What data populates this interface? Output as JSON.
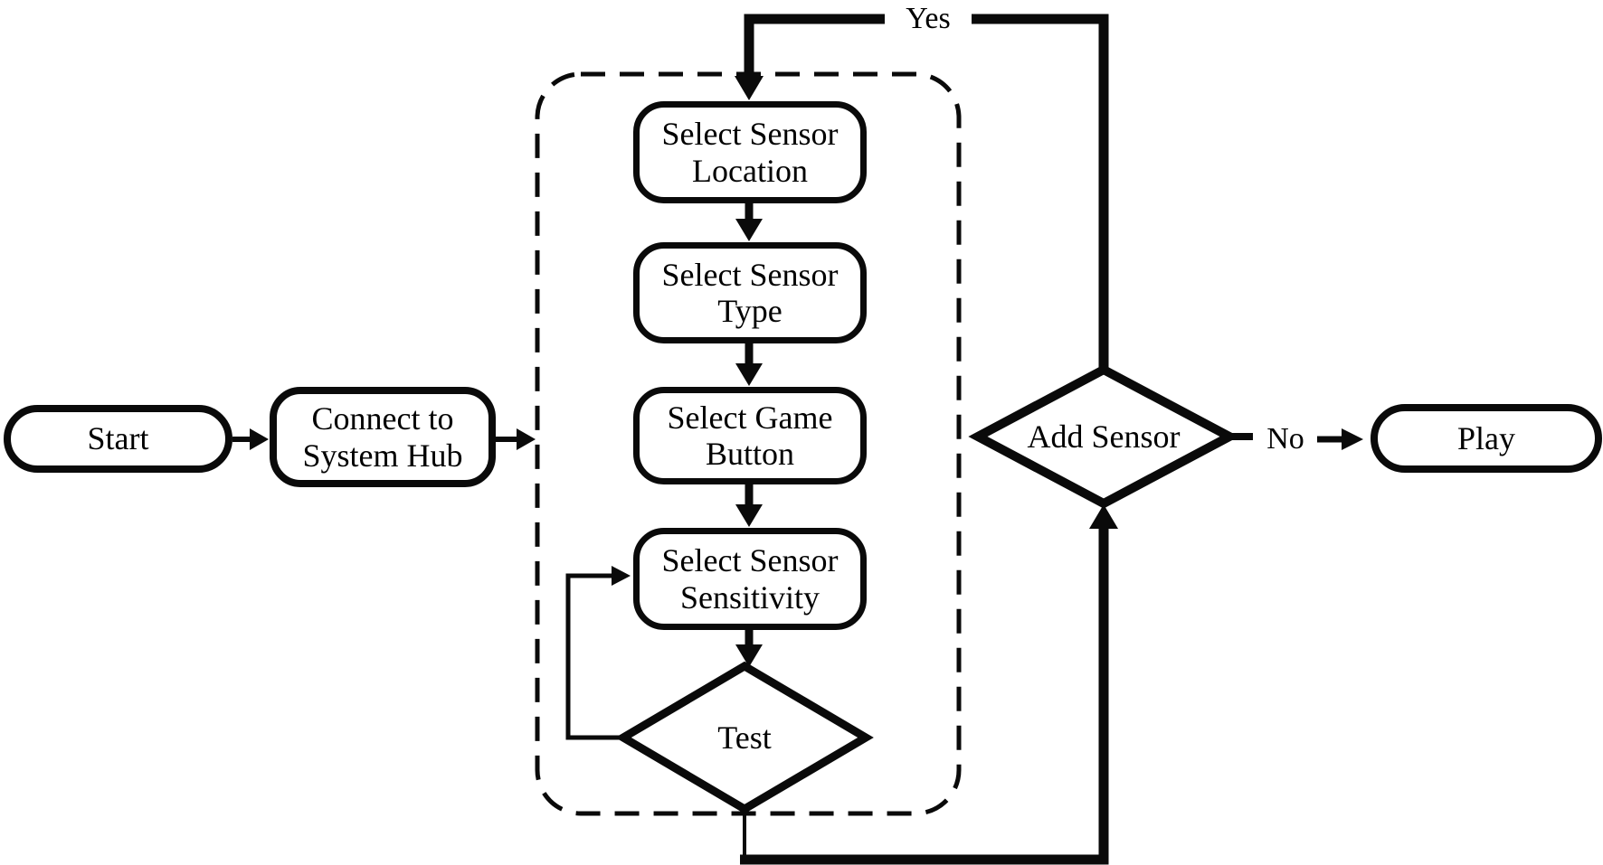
{
  "diagram": {
    "type": "flowchart",
    "colors": {
      "background": "#ffffff",
      "stroke": "#0a0a0a",
      "text": "#000000"
    },
    "nodes": {
      "start": {
        "type": "terminator",
        "label": "Start"
      },
      "connect_hub": {
        "type": "process",
        "lines": [
          "Connect to",
          "System Hub"
        ]
      },
      "select_location": {
        "type": "process",
        "lines": [
          "Select Sensor",
          "Location"
        ]
      },
      "select_type": {
        "type": "process",
        "lines": [
          "Select Sensor",
          "Type"
        ]
      },
      "select_button": {
        "type": "process",
        "lines": [
          "Select Game",
          "Button"
        ]
      },
      "select_sensitivity": {
        "type": "process",
        "lines": [
          "Select Sensor",
          "Sensitivity"
        ]
      },
      "test": {
        "type": "decision",
        "label": "Test"
      },
      "add_sensor": {
        "type": "decision",
        "label": "Add Sensor"
      },
      "play": {
        "type": "terminator",
        "label": "Play"
      }
    },
    "edge_labels": {
      "yes": "Yes",
      "no": "No"
    },
    "edges": [
      {
        "from": "start",
        "to": "connect_hub"
      },
      {
        "from": "connect_hub",
        "to": "select_location"
      },
      {
        "from": "select_location",
        "to": "select_type"
      },
      {
        "from": "select_type",
        "to": "select_button"
      },
      {
        "from": "select_button",
        "to": "select_sensitivity"
      },
      {
        "from": "select_sensitivity",
        "to": "test"
      },
      {
        "from": "test",
        "to": "select_sensitivity"
      },
      {
        "from": "test",
        "to": "add_sensor"
      },
      {
        "from": "add_sensor",
        "to": "select_location",
        "label": "Yes"
      },
      {
        "from": "add_sensor",
        "to": "play",
        "label": "No"
      }
    ]
  }
}
